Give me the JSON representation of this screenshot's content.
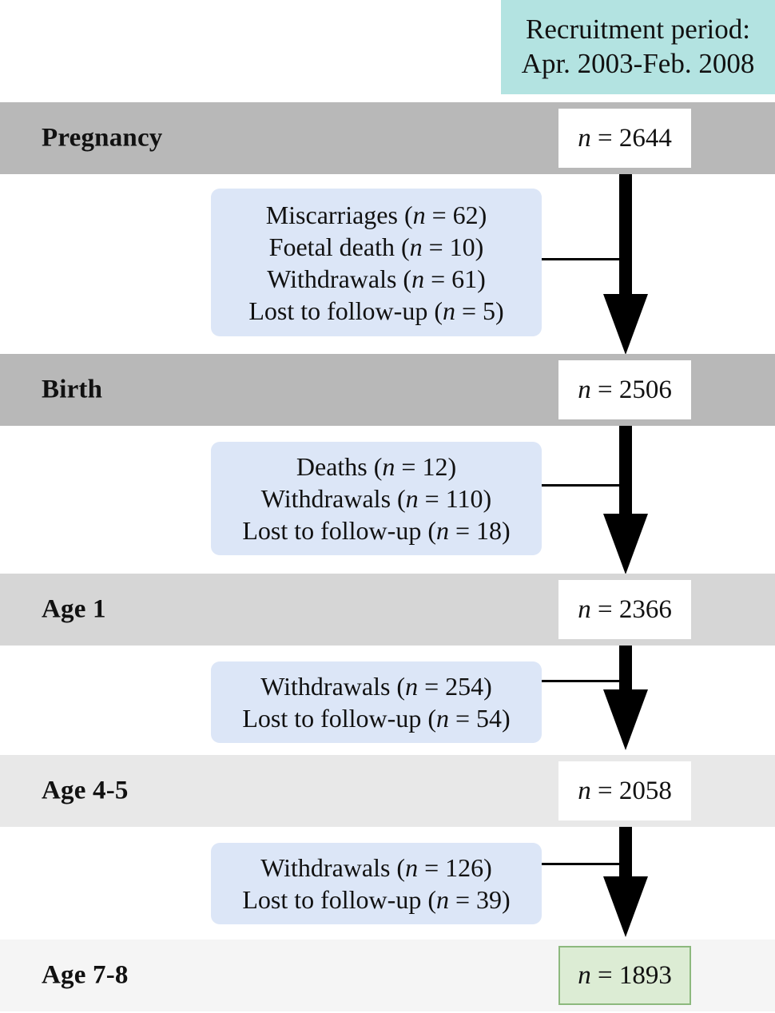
{
  "header": {
    "label": "recruitment-period",
    "line1": "Recruitment period:",
    "line2": "Apr. 2003-Feb. 2008",
    "background_color": "#b3e3e1"
  },
  "colors": {
    "band_dark": "#b8b8b8",
    "band_mid": "#d6d6d6",
    "band_light": "#e8e8e8",
    "band_lightest": "#f5f5f5",
    "loss_box": "#dce6f7",
    "final_box_fill": "#dcecd4",
    "final_box_border": "#8db97e",
    "arrow": "#000000"
  },
  "stages": [
    {
      "id": "pregnancy",
      "label": "Pregnancy",
      "n_prefix": "n",
      "n_equals": " = ",
      "n_value": "2644",
      "n_text": "n = 2644"
    },
    {
      "id": "birth",
      "label": "Birth",
      "n_prefix": "n",
      "n_equals": " = ",
      "n_value": "2506",
      "n_text": "n = 2506"
    },
    {
      "id": "age-1",
      "label": "Age 1",
      "n_prefix": "n",
      "n_equals": " = ",
      "n_value": "2366",
      "n_text": "n = 2366"
    },
    {
      "id": "age-4-5",
      "label": "Age 4-5",
      "n_prefix": "n",
      "n_equals": " = ",
      "n_value": "2058",
      "n_text": "n = 2058"
    },
    {
      "id": "age-7-8",
      "label": "Age 7-8",
      "n_prefix": "n",
      "n_equals": " = ",
      "n_value": "1893",
      "n_text": "n = 1893"
    }
  ],
  "attrition": [
    {
      "id": "pregnancy-to-birth",
      "lines": [
        {
          "reason": "Miscarriages",
          "n_value": "62",
          "text": "Miscarriages (n = 62)"
        },
        {
          "reason": "Foetal death",
          "n_value": "10",
          "text": "Foetal death (n = 10)"
        },
        {
          "reason": "Withdrawals",
          "n_value": "61",
          "text": "Withdrawals (n = 61)"
        },
        {
          "reason": "Lost to follow-up",
          "n_value": "5",
          "text": "Lost to follow-up (n = 5)"
        }
      ]
    },
    {
      "id": "birth-to-age-1",
      "lines": [
        {
          "reason": "Deaths",
          "n_value": "12",
          "text": "Deaths (n = 12)"
        },
        {
          "reason": "Withdrawals",
          "n_value": "110",
          "text": "Withdrawals (n = 110)"
        },
        {
          "reason": "Lost to follow-up",
          "n_value": "18",
          "text": "Lost to follow-up (n = 18)"
        }
      ]
    },
    {
      "id": "age-1-to-age-4-5",
      "lines": [
        {
          "reason": "Withdrawals",
          "n_value": "254",
          "text": "Withdrawals (n = 254)"
        },
        {
          "reason": "Lost to follow-up",
          "n_value": "54",
          "text": "Lost to follow-up (n = 54)"
        }
      ]
    },
    {
      "id": "age-4-5-to-age-7-8",
      "lines": [
        {
          "reason": "Withdrawals",
          "n_value": "126",
          "text": "Withdrawals (n = 126)"
        },
        {
          "reason": "Lost to follow-up",
          "n_value": "39",
          "text": "Lost to follow-up (n = 39)"
        }
      ]
    }
  ]
}
